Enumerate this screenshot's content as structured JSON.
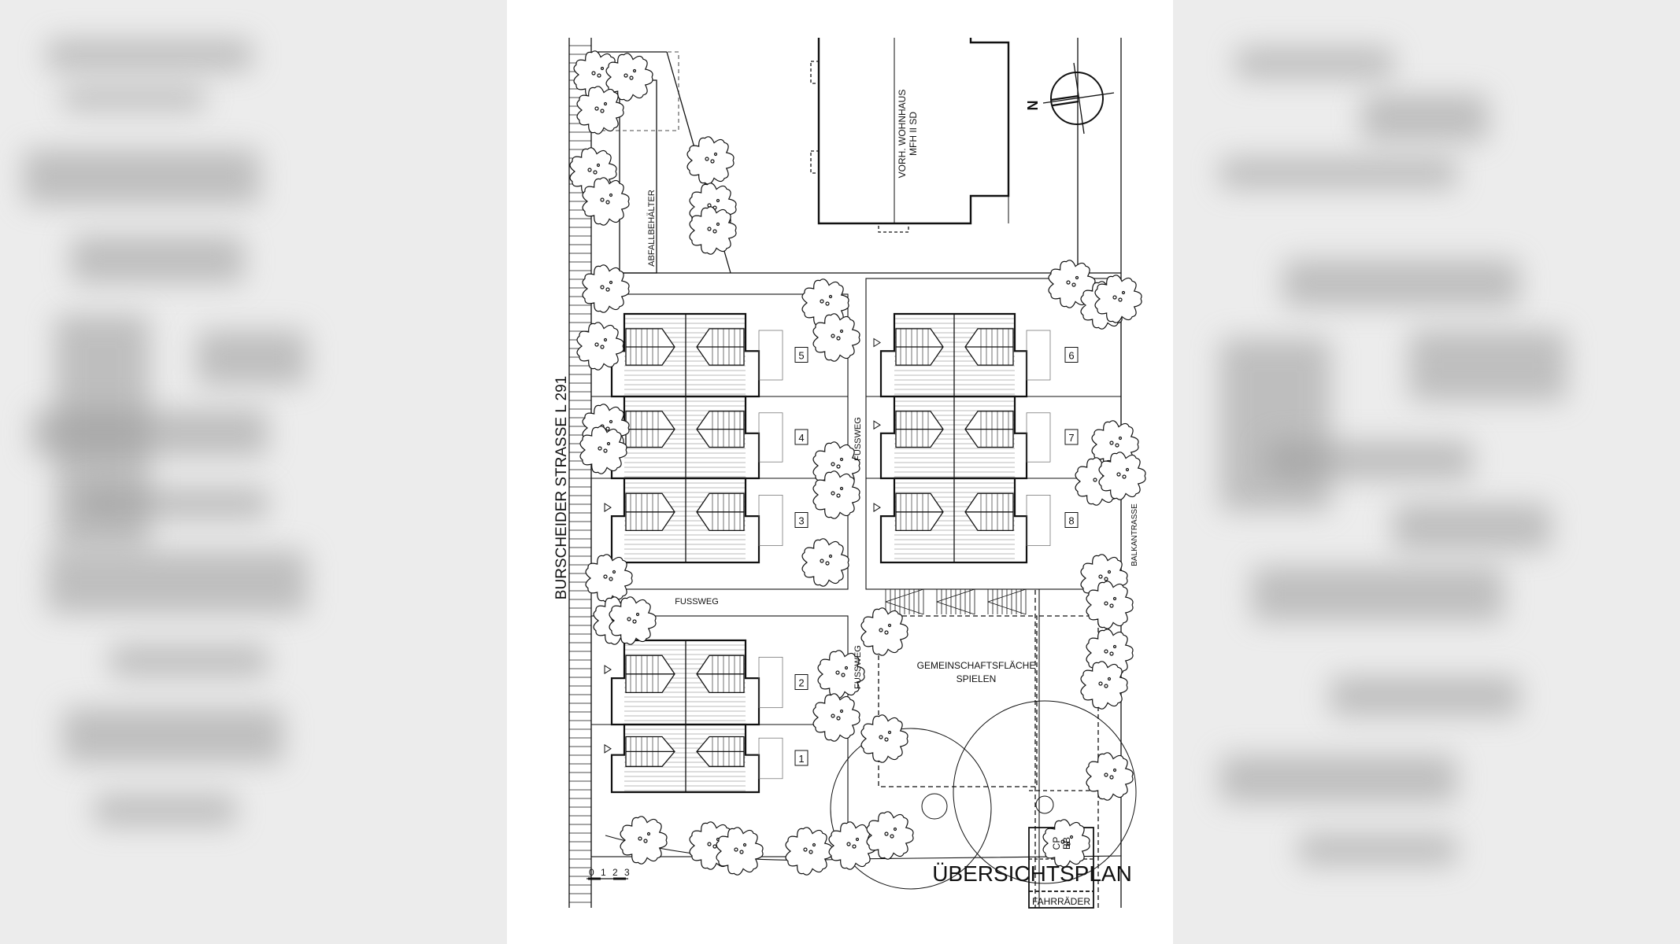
{
  "plan": {
    "title": "ÜBERSICHTSPLAN",
    "street_name": "BURSCHEIDER STRASSE   L 291",
    "existing_building": [
      "VORH. WOHNHAUS",
      "MFH II SD"
    ],
    "north_label": "N",
    "waste_label": "ABFALLBEHÄLTER",
    "footpath_labels": [
      "FUSSWEG",
      "FUSSWEG",
      "FUSSWEG"
    ],
    "balcony_label": "BALKANTRASSE",
    "common_area": [
      "GEMEINSCHAFTSFLÄCHE",
      "SPIELEN"
    ],
    "parking_box": [
      "CP",
      "BB"
    ],
    "bicycles_label": "FAHRRÄDER",
    "plot_numbers": [
      "1",
      "2",
      "3",
      "4",
      "5",
      "6",
      "7",
      "8"
    ],
    "scale_labels": [
      "0",
      "1",
      "2",
      "3"
    ]
  }
}
